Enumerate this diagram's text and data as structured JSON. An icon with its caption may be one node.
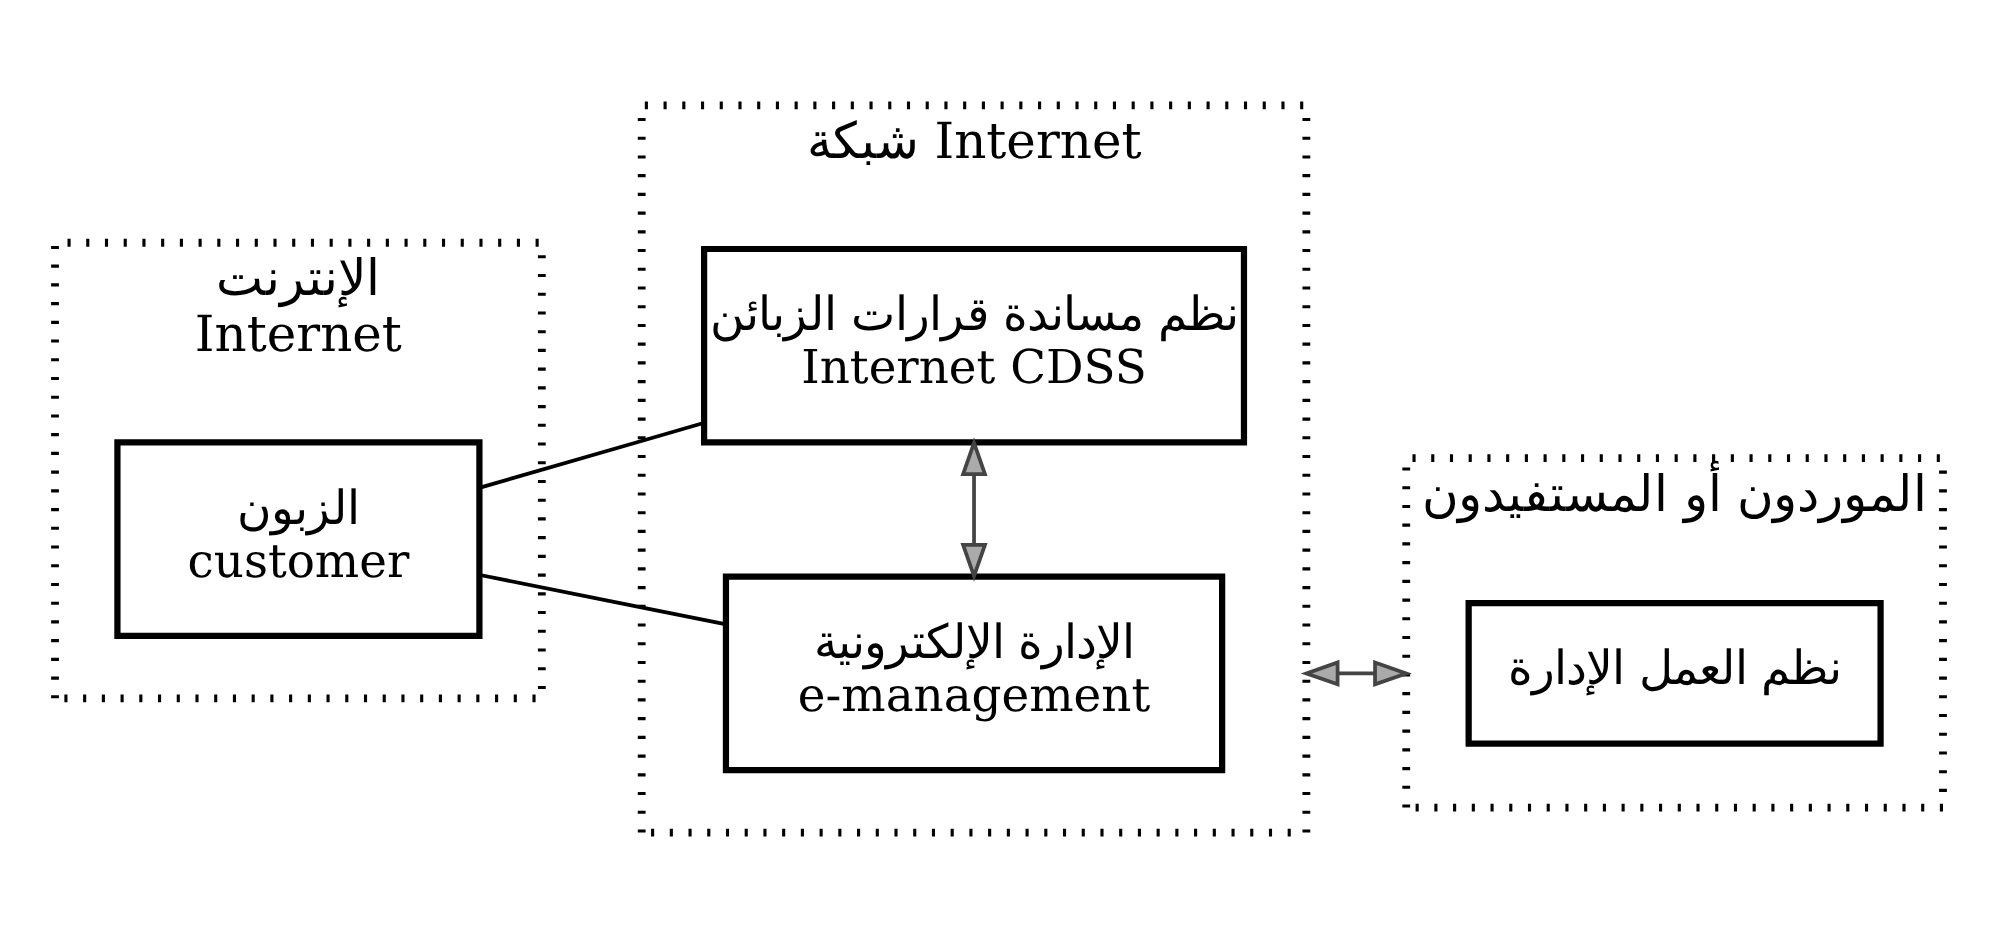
{
  "diagram": {
    "nodes": [
      {
        "text": [
          "الإنترنت",
          "Internet"
        ]
      },
      {
        "text": [
          "الزبون",
          "customer"
        ],
        "in": 0
      },
      {
        "text": [
          "شبكة Internet"
        ]
      },
      {
        "text": [
          "الإدارة الإلكترونية",
          "e-management"
        ],
        "in": 2
      },
      {
        "text": [
          "نظم مساندة قرارات الزبائن",
          "Internet CDSS"
        ],
        "in": 2
      },
      {
        "text": [
          "الموردون أو المستفيدون"
        ]
      },
      {
        "text": [
          "نظم العمل الإدارة"
        ],
        "in": 5
      }
    ],
    "edges": [
      {
        "from": 1,
        "to": 3,
        "arrow": "none"
      },
      {
        "from": 1,
        "to": 4,
        "arrow": "none"
      },
      {
        "from": 3,
        "to": 4,
        "arrow": "both"
      },
      {
        "from": 2,
        "to": 5,
        "arrow": "both"
      }
    ]
  }
}
